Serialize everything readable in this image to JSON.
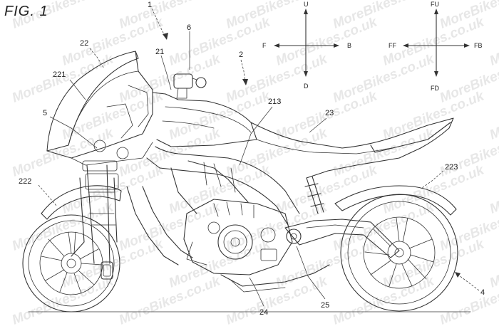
{
  "figure": {
    "title": "FIG. 1",
    "watermark": "MoreBikes",
    "watermark_suffix": ".co.uk"
  },
  "direction_legend": {
    "left_cross": {
      "up": "U",
      "down": "D",
      "front": "F",
      "back": "B"
    },
    "right_cross": {
      "up": "FU",
      "down": "FD",
      "front": "FF",
      "back": "FB"
    }
  },
  "reference_numerals": {
    "vehicle": "1",
    "body_frame": "2",
    "rear_wheel": "4",
    "front_wheel_assembly": "5",
    "sensor_unit": "6",
    "front_cowl_top": "21",
    "front_cowl": "22",
    "rear_body": "23",
    "engine_lower": "24",
    "swing_arm_pivot": "25",
    "body_frame_member": "213",
    "windscreen": "221",
    "front_fender": "222",
    "rear_fender": "223"
  }
}
